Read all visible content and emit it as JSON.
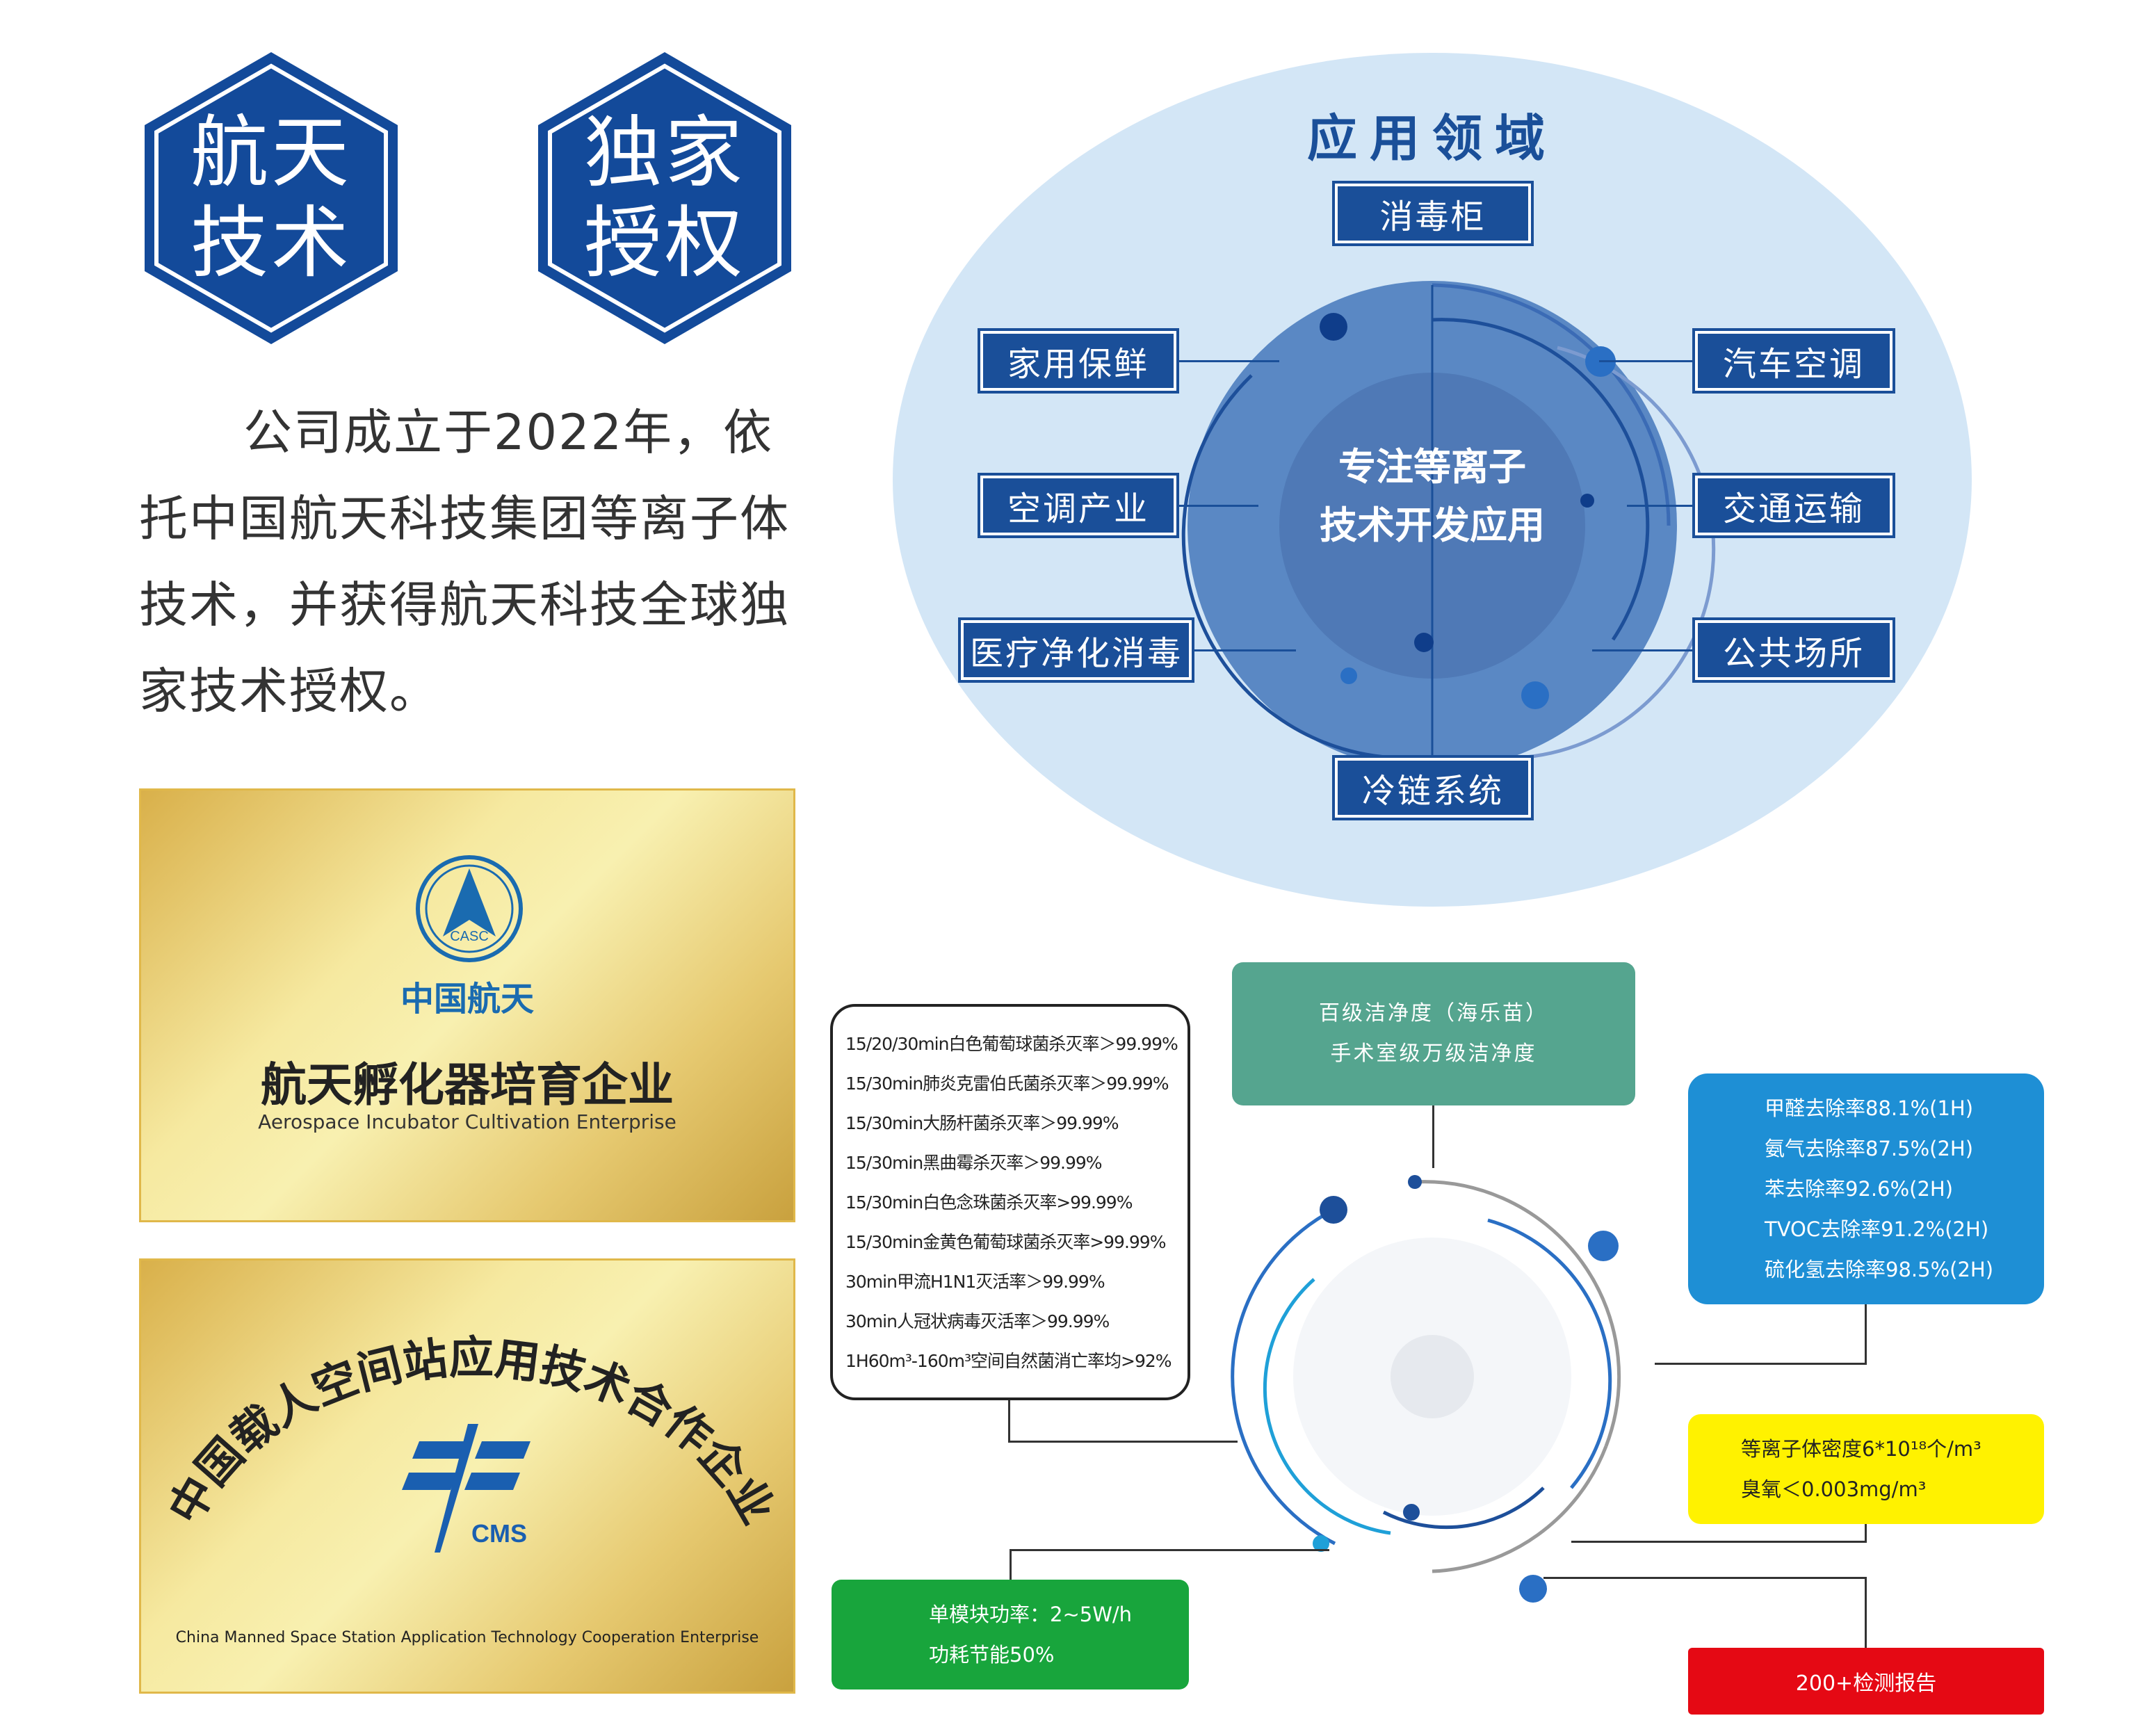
{
  "badges": [
    {
      "line1": "航天",
      "line2": "技术"
    },
    {
      "line1": "独家",
      "line2": "授权"
    }
  ],
  "intro": "公司成立于2022年，依托中国航天科技集团等离子体技术，并获得航天科技全球独家技术授权。",
  "plaque1": {
    "logo_text": "CASC",
    "brand": "中国航天",
    "title": "航天孵化器培育企业",
    "subtitle": "Aerospace Incubator Cultivation Enterprise"
  },
  "plaque2": {
    "arc_title": "中国载人空间站应用技术合作企业",
    "logo_text": "CMS",
    "subtitle": "China Manned Space Station Application Technology Cooperation Enterprise"
  },
  "application": {
    "title": "应用领域",
    "center_line1": "专注等离子",
    "center_line2": "技术开发应用",
    "labels": {
      "top": "消毒柜",
      "left1": "家用保鲜",
      "right1": "汽车空调",
      "left2": "空调产业",
      "right2": "交通运输",
      "left3": "医疗净化消毒",
      "right3": "公共场所",
      "bottom": "冷链系统"
    }
  },
  "sterilization": [
    "15/20/30min白色葡萄球菌杀灭率＞99.99%",
    "15/30min肺炎克雷伯氏菌杀灭率＞99.99%",
    "15/30min大肠杆菌杀灭率＞99.99%",
    "15/30min黑曲霉杀灭率＞99.99%",
    "15/30min白色念珠菌杀灭率>99.99%",
    "15/30min金黄色葡萄球菌杀灭率>99.99%",
    "30min甲流H1N1灭活率＞99.99%",
    "30min人冠状病毒灭活率＞99.99%",
    "1H60m³-160m³空间自然菌消亡率均>92%"
  ],
  "cleanliness": [
    "百级洁净度（海乐苗）",
    "手术室级万级洁净度"
  ],
  "removal": [
    "甲醛去除率88.1%(1H)",
    "氨气去除率87.5%(2H)",
    "苯去除率92.6%(2H)",
    "TVOC去除率91.2%(2H)",
    "硫化氢去除率98.5%(2H)"
  ],
  "plasma": [
    "等离子体密度6*10¹⁸个/m³",
    "臭氧＜0.003mg/m³"
  ],
  "power": [
    "单模块功率：2~5W/h",
    "功耗节能50%"
  ],
  "reports": "200+检测报告",
  "colors": {
    "navy": "#1a4f99",
    "teal": "#55a58f",
    "blue": "#1e8fd5",
    "yellow": "#fff200",
    "green": "#18a53c",
    "red": "#e50914"
  }
}
